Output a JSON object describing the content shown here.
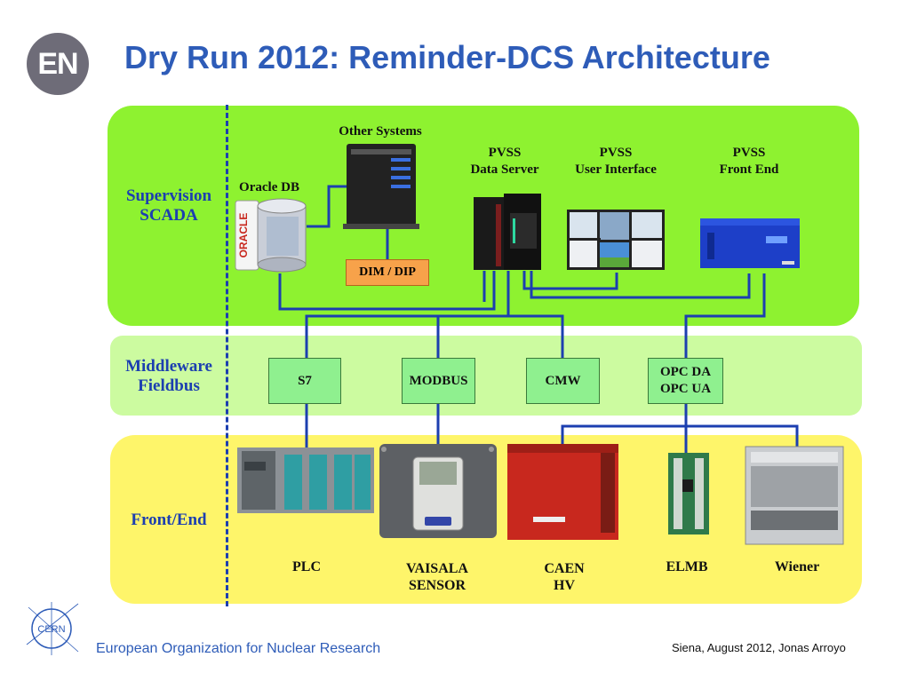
{
  "title": "Dry Run 2012: Reminder-DCS Architecture",
  "logo": {
    "text": "EN"
  },
  "cern_logo": {
    "text": "CERN"
  },
  "layers": {
    "scada": [
      "Supervision",
      "SCADA"
    ],
    "middleware": [
      "Middleware",
      "Fieldbus"
    ],
    "frontend": "Front/End"
  },
  "scada_components": {
    "other_systems": "Other Systems",
    "oracle_db": "Oracle DB",
    "oracle_brand": "ORACLE",
    "dim_dip": "DIM / DIP",
    "pvss_data_server": [
      "PVSS",
      "Data Server"
    ],
    "pvss_user_interface": [
      "PVSS",
      "User Interface"
    ],
    "pvss_front_end": [
      "PVSS",
      "Front End"
    ]
  },
  "middleware_nodes": [
    "S7",
    "MODBUS",
    "CMW",
    "OPC DA\nOPC UA"
  ],
  "devices": {
    "plc": "PLC",
    "vaisala": [
      "VAISALA",
      "SENSOR"
    ],
    "caen": [
      "CAEN",
      "HV"
    ],
    "elmb": "ELMB",
    "wiener": "Wiener"
  },
  "colors": {
    "scada_band": "#8ef230",
    "middleware_band": "#ccfba0",
    "frontend_band": "#fef56a",
    "link": "#1c3fb0",
    "title": "#2e5cb8"
  },
  "footer": {
    "organization": "European Organization for Nuclear Research",
    "event": "Siena, August 2012, Jonas Arroyo"
  }
}
